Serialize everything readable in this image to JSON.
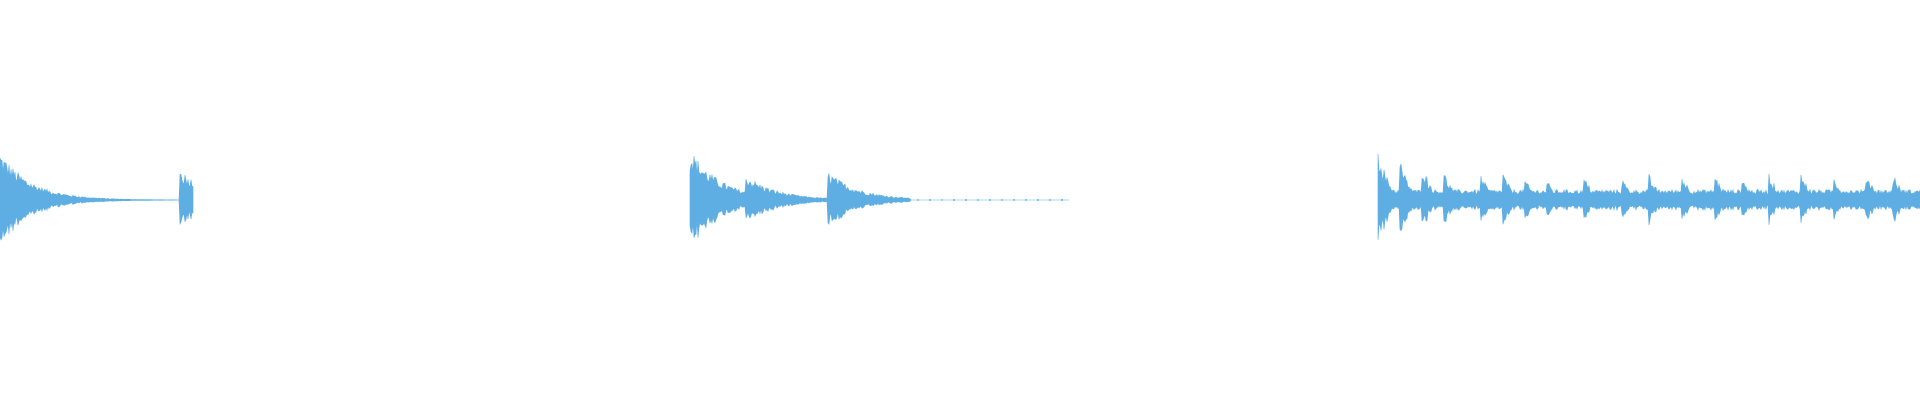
{
  "colors": {
    "background": "#ffffff",
    "waveform": "#5faee3"
  },
  "clips": [
    {
      "id": "clip-1",
      "type": "audio-waveform",
      "shape": "decaying-hits",
      "hits": [
        {
          "t": 0.0,
          "amp": 0.85
        },
        {
          "t": 0.26,
          "amp": 0.55
        }
      ],
      "duration_fraction": 0.28,
      "tail_fade": true
    },
    {
      "id": "clip-2",
      "type": "audio-waveform",
      "shape": "decaying-hits",
      "hits": [
        {
          "t": 0.0,
          "amp": 0.9
        },
        {
          "t": 0.08,
          "amp": 0.45
        },
        {
          "t": 0.2,
          "amp": 0.5
        }
      ],
      "duration_fraction": 0.55,
      "tail_fade": true,
      "dotted_tail": true
    },
    {
      "id": "clip-3",
      "type": "audio-waveform",
      "shape": "dense-rhythmic",
      "hits": [
        {
          "t": 0.0,
          "amp": 1.0
        },
        {
          "t": 0.04,
          "amp": 0.75
        },
        {
          "t": 0.08,
          "amp": 0.7
        },
        {
          "t": 0.12,
          "amp": 0.55
        },
        {
          "t": 0.19,
          "amp": 0.45
        },
        {
          "t": 0.23,
          "amp": 0.5
        },
        {
          "t": 0.27,
          "amp": 0.4
        },
        {
          "t": 0.31,
          "amp": 0.38
        },
        {
          "t": 0.38,
          "amp": 0.42
        },
        {
          "t": 0.45,
          "amp": 0.4
        },
        {
          "t": 0.5,
          "amp": 0.45
        },
        {
          "t": 0.56,
          "amp": 0.48
        },
        {
          "t": 0.62,
          "amp": 0.5
        },
        {
          "t": 0.67,
          "amp": 0.44
        },
        {
          "t": 0.72,
          "amp": 0.52
        },
        {
          "t": 0.78,
          "amp": 0.5
        },
        {
          "t": 0.84,
          "amp": 0.45
        },
        {
          "t": 0.9,
          "amp": 0.52
        },
        {
          "t": 0.95,
          "amp": 0.48
        }
      ],
      "duration_fraction": 1.0,
      "tail_fade": false
    }
  ]
}
